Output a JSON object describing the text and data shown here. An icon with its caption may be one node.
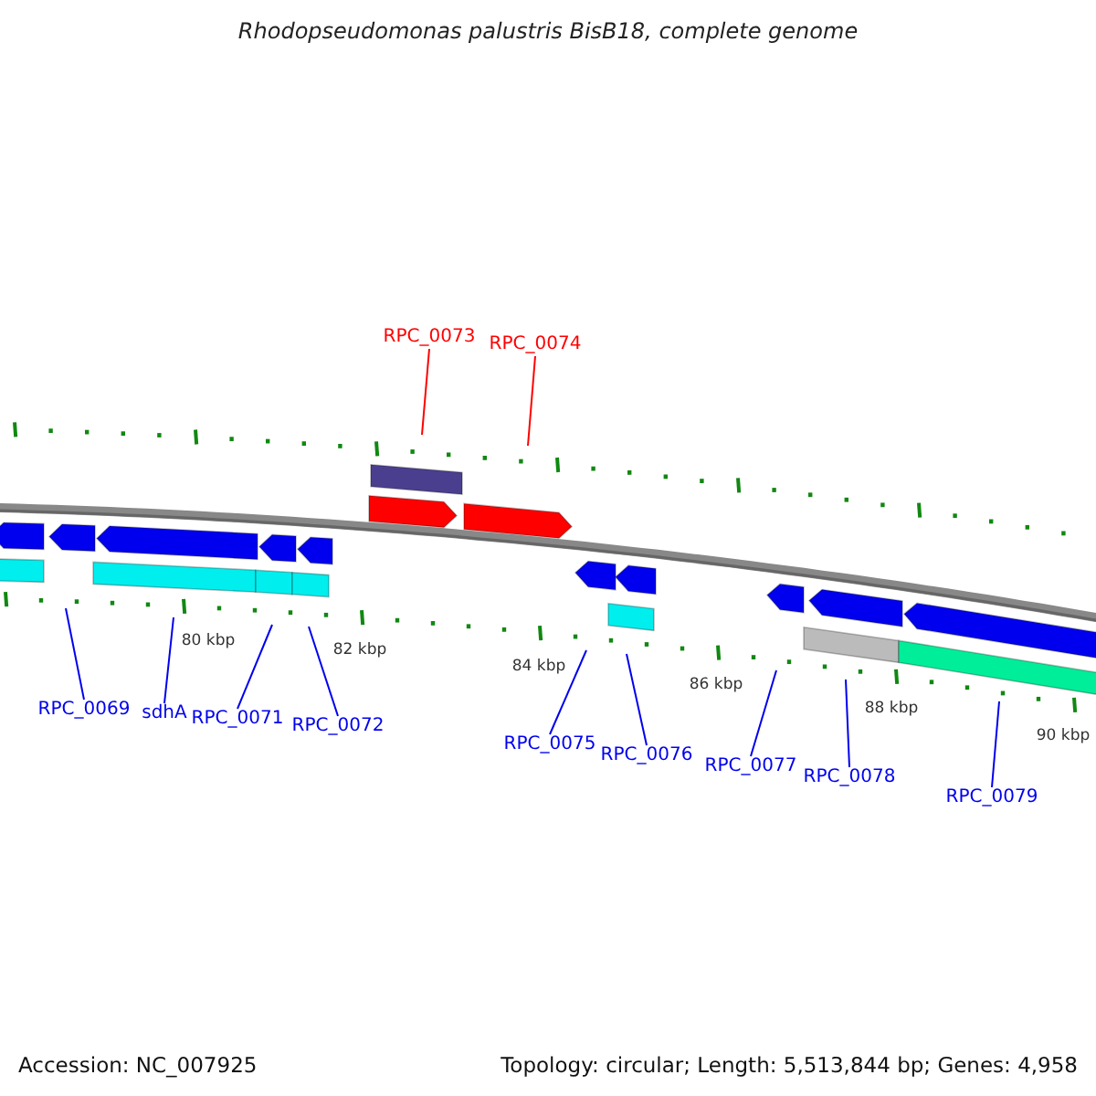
{
  "diagram": {
    "title": "Rhodopseudomonas palustris BisB18, complete genome",
    "nodes": [
      {
        "text": [
          "RPC_0069"
        ]
      },
      {
        "text": [
          "sdhA"
        ]
      },
      {
        "text": [
          "RPC_0071"
        ]
      },
      {
        "text": [
          "RPC_0072"
        ]
      },
      {
        "text": [
          "RPC_0073"
        ]
      },
      {
        "text": [
          "RPC_0074"
        ]
      },
      {
        "text": [
          "RPC_0075"
        ]
      },
      {
        "text": [
          "RPC_0076"
        ]
      },
      {
        "text": [
          "RPC_0077"
        ]
      },
      {
        "text": [
          "RPC_0078"
        ]
      },
      {
        "text": [
          "RPC_0079"
        ]
      }
    ],
    "edges": [
      {
        "from": 0,
        "to": null,
        "arrow": "none"
      },
      {
        "from": 1,
        "to": null,
        "arrow": "none"
      },
      {
        "from": 2,
        "to": null,
        "arrow": "none"
      },
      {
        "from": 3,
        "to": null,
        "arrow": "none"
      },
      {
        "from": 4,
        "to": null,
        "arrow": "none",
        "color": "#ff0000"
      },
      {
        "from": 5,
        "to": null,
        "arrow": "none",
        "color": "#ff0000"
      },
      {
        "from": 6,
        "to": null,
        "arrow": "none"
      },
      {
        "from": 7,
        "to": null,
        "arrow": "none"
      },
      {
        "from": 8,
        "to": null,
        "arrow": "none"
      },
      {
        "from": 9,
        "to": null,
        "arrow": "none"
      },
      {
        "from": 10,
        "to": null,
        "arrow": "none"
      }
    ],
    "labels": [
      "80 kbp",
      "82 kbp",
      "84 kbp",
      "86 kbp",
      "88 kbp",
      "90 kbp",
      "Accession: NC_007925",
      "Topology: circular; Length: 5,513,844 bp; Genes: 4,958"
    ]
  }
}
